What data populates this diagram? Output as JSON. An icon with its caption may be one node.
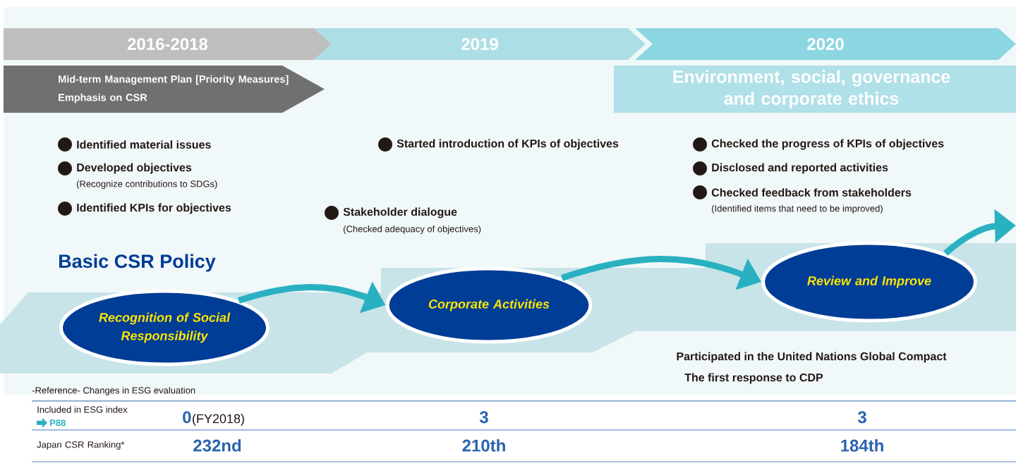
{
  "diagram": {
    "nodes": [
      {
        "text": [
          "2016-2018"
        ]
      },
      {
        "text": [
          "2019"
        ]
      },
      {
        "text": [
          "2020"
        ]
      },
      {
        "text": [
          "Mid-term Management Plan [Priority Measures]",
          "Emphasis on CSR"
        ]
      },
      {
        "text": [
          "Environment, social, governance and corporate ethics"
        ]
      },
      {
        "text": [
          "Recognition of Social Responsibility"
        ]
      },
      {
        "text": [
          "Corporate Activities"
        ]
      },
      {
        "text": [
          "Review and Improve"
        ]
      }
    ],
    "edges": [
      {
        "from": 5,
        "to": 6,
        "arrow": "to"
      },
      {
        "from": 6,
        "to": 7,
        "arrow": "to"
      },
      {
        "from": 7,
        "to": null,
        "arrow": "to"
      }
    ],
    "labels": [
      "Identified material issues",
      "Developed objectives",
      "(Recognize contributions to SDGs)",
      "Identified KPIs for objectives",
      "Started introduction of KPIs of objectives",
      "Stakeholder dialogue",
      "(Checked adequacy of objectives)",
      "Checked the progress of KPIs of objectives",
      "Disclosed and reported activities",
      "Checked feedback from stakeholders",
      "(Identified items that need to be improved)",
      "Basic CSR Policy",
      "Participated in the United Nations Global Compact",
      "The first response to CDP",
      "-Reference- Changes in ESG evaluation",
      "Included in ESG index",
      "P88",
      "0",
      "(FY2018)",
      "3",
      "3",
      "Japan CSR Ranking*",
      "232nd",
      "210th",
      "184th"
    ]
  }
}
